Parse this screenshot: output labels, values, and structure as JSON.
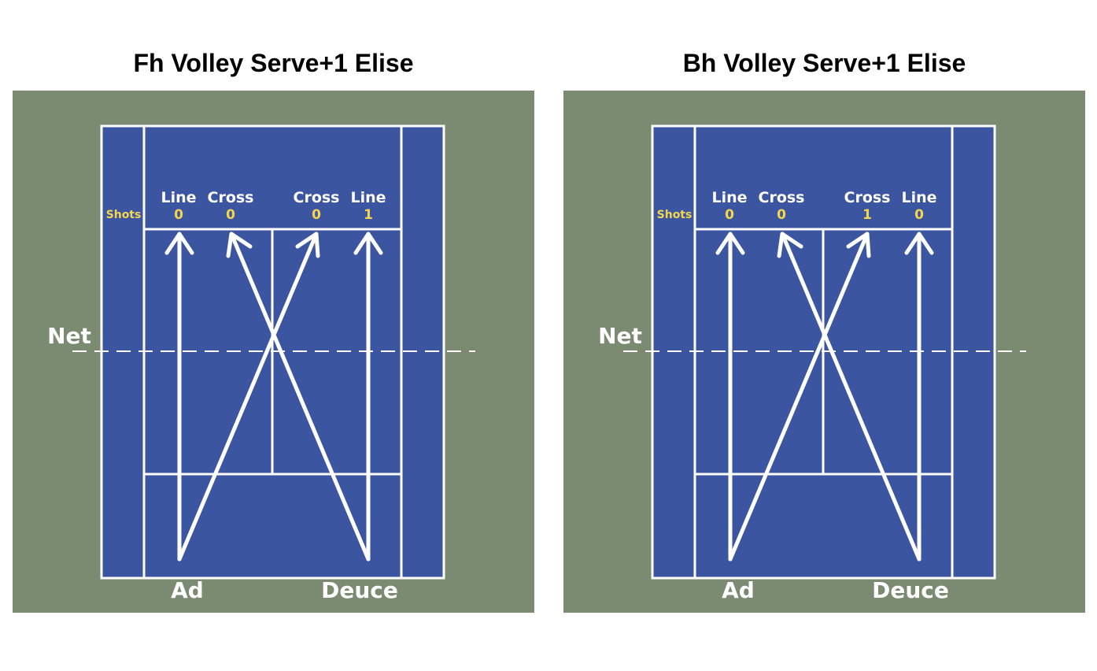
{
  "colors": {
    "surround": "#7a8b72",
    "court": "#3c55a0",
    "lines": "#ffffff",
    "counts": "#f2d64b"
  },
  "panels": [
    {
      "title": "Fh Volley Serve+1 Elise",
      "shots_label": "Shots",
      "targets": [
        {
          "label": "Line",
          "count": "0"
        },
        {
          "label": "Cross",
          "count": "0"
        },
        {
          "label": "Cross",
          "count": "0"
        },
        {
          "label": "Line",
          "count": "1"
        }
      ],
      "net_label": "Net",
      "ad_label": "Ad",
      "deuce_label": "Deuce"
    },
    {
      "title": "Bh Volley Serve+1 Elise",
      "shots_label": "Shots",
      "targets": [
        {
          "label": "Line",
          "count": "0"
        },
        {
          "label": "Cross",
          "count": "0"
        },
        {
          "label": "Cross",
          "count": "1"
        },
        {
          "label": "Line",
          "count": "0"
        }
      ],
      "net_label": "Net",
      "ad_label": "Ad",
      "deuce_label": "Deuce"
    }
  ]
}
